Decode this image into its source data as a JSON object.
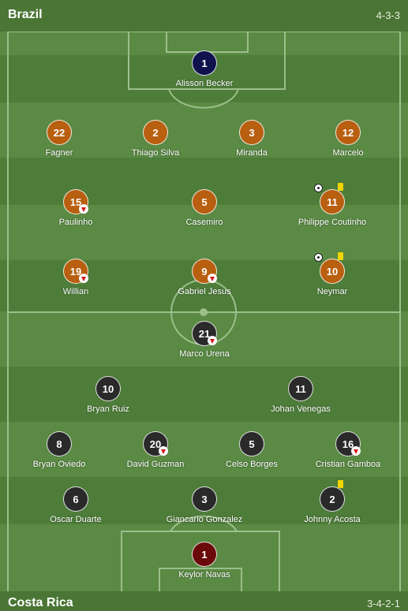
{
  "home": {
    "name": "Brazil",
    "formation": "4-3-3",
    "color": "#b85f10",
    "gk_color": "#10124e"
  },
  "away": {
    "name": "Costa Rica",
    "formation": "3-4-2-1",
    "color": "#2a2a2a",
    "gk_color": "#6a0a0a"
  },
  "players": [
    {
      "team": "home",
      "number": "1",
      "name": "Alisson Becker",
      "gk": true,
      "icons": []
    },
    {
      "team": "home",
      "number": "22",
      "name": "Fagner",
      "icons": []
    },
    {
      "team": "home",
      "number": "2",
      "name": "Thiago Silva",
      "icons": []
    },
    {
      "team": "home",
      "number": "3",
      "name": "Miranda",
      "icons": []
    },
    {
      "team": "home",
      "number": "12",
      "name": "Marcelo",
      "icons": []
    },
    {
      "team": "home",
      "number": "15",
      "name": "Paulinho",
      "icons": [
        "sub-off"
      ]
    },
    {
      "team": "home",
      "number": "5",
      "name": "Casemiro",
      "icons": []
    },
    {
      "team": "home",
      "number": "11",
      "name": "Philippe Coutinho",
      "icons": [
        "goal",
        "yellow-card"
      ]
    },
    {
      "team": "home",
      "number": "19",
      "name": "Willian",
      "icons": [
        "sub-off"
      ]
    },
    {
      "team": "home",
      "number": "9",
      "name": "Gabriel Jesus",
      "icons": [
        "sub-off"
      ]
    },
    {
      "team": "home",
      "number": "10",
      "name": "Neymar",
      "icons": [
        "goal",
        "yellow-card"
      ]
    },
    {
      "team": "away",
      "number": "21",
      "name": "Marco Urena",
      "icons": [
        "sub-off"
      ]
    },
    {
      "team": "away",
      "number": "10",
      "name": "Bryan Ruiz",
      "icons": []
    },
    {
      "team": "away",
      "number": "11",
      "name": "Johan Venegas",
      "icons": []
    },
    {
      "team": "away",
      "number": "8",
      "name": "Bryan Oviedo",
      "icons": []
    },
    {
      "team": "away",
      "number": "20",
      "name": "David Guzman",
      "icons": [
        "sub-off"
      ]
    },
    {
      "team": "away",
      "number": "5",
      "name": "Celso Borges",
      "icons": []
    },
    {
      "team": "away",
      "number": "16",
      "name": "Cristian Gamboa",
      "icons": [
        "sub-off"
      ]
    },
    {
      "team": "away",
      "number": "6",
      "name": "Oscar Duarte",
      "icons": []
    },
    {
      "team": "away",
      "number": "3",
      "name": "Giancarlo Gonzalez",
      "icons": []
    },
    {
      "team": "away",
      "number": "2",
      "name": "Johnny Acosta",
      "icons": [
        "yellow-card"
      ]
    },
    {
      "team": "away",
      "number": "1",
      "name": "Keylor Navas",
      "gk": true,
      "icons": []
    }
  ]
}
